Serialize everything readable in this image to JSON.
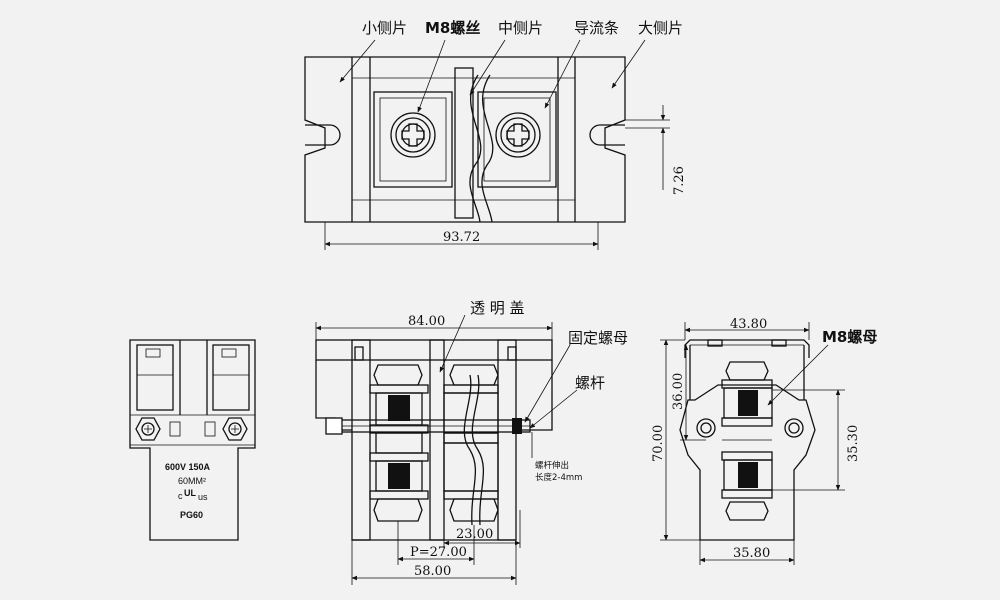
{
  "labels": {
    "small_side_piece": "小侧片",
    "m8_screw": "M8螺丝",
    "middle_side_piece": "中侧片",
    "conductor_bar": "导流条",
    "large_side_piece": "大侧片",
    "transparent_cover": "透 明 盖",
    "fixing_nut": "固定螺母",
    "screw_rod": "螺杆",
    "m8_nut": "M8螺母",
    "rod_extension_line1": "螺杆伸出",
    "rod_extension_line2": "长度2-4mm"
  },
  "dimensions": {
    "top_width": "93.72",
    "top_height": "7.26",
    "front_width": "84.00",
    "front_bottom_width": "58.00",
    "front_pitch": "P=27.00",
    "front_inner": "23.00",
    "side_top_width": "43.80",
    "side_bottom_width": "35.80",
    "side_height": "70.00",
    "side_upper_height": "36.00",
    "side_hole_distance": "35.30"
  },
  "product_label": {
    "rating": "600V  150A",
    "wire": "60MM²",
    "cert_c": "c",
    "cert_ul": "UL",
    "cert_us": "us",
    "model": "PG60"
  }
}
